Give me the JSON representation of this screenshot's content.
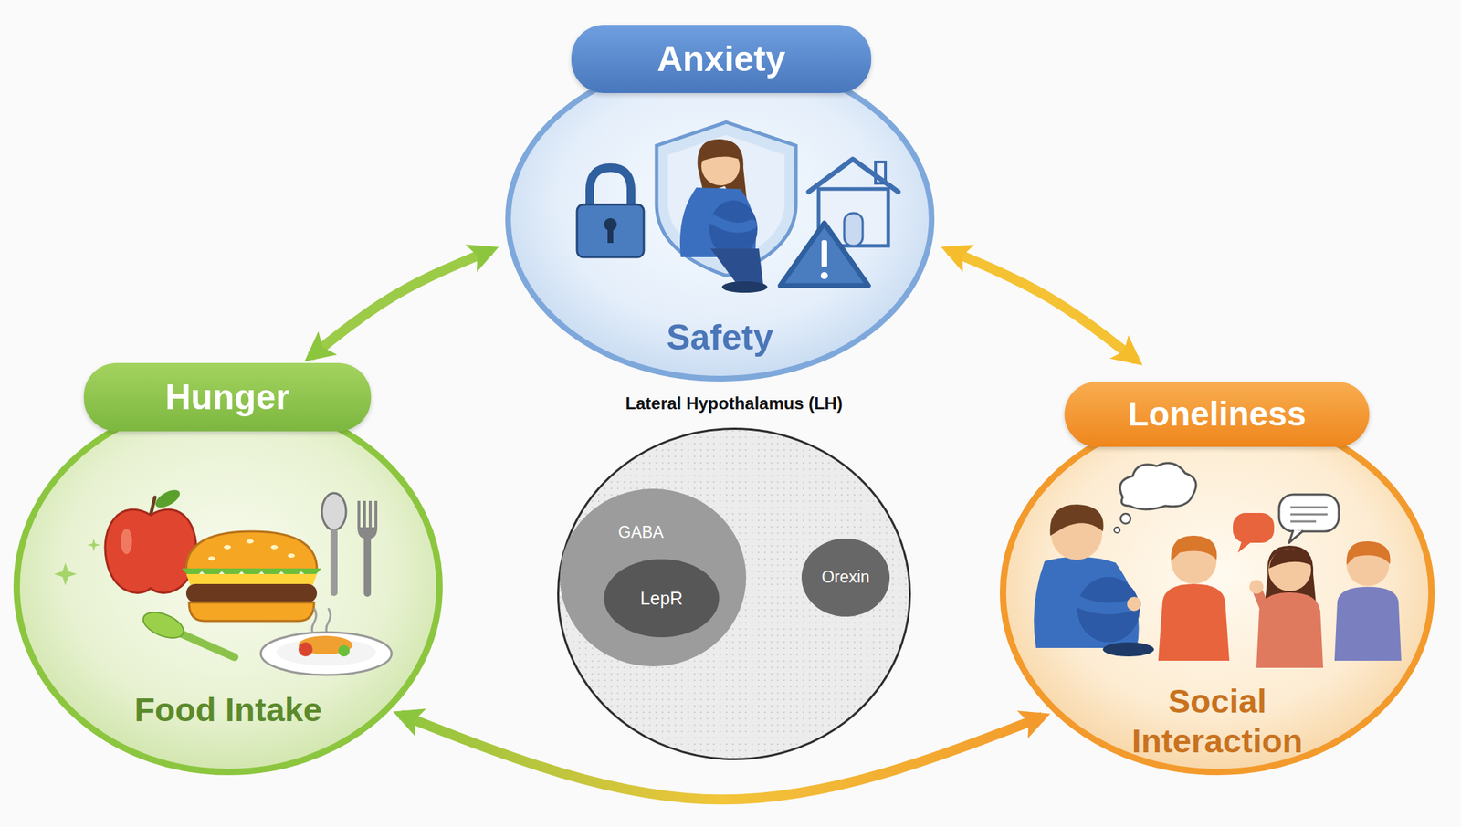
{
  "diagram": {
    "nodes": [
      {
        "text": [
          "Anxiety",
          "Safety"
        ]
      },
      {
        "text": [
          "Hunger",
          "Food Intake"
        ]
      },
      {
        "text": [
          "Lateral Hypothalamus (LH)"
        ]
      },
      {
        "text": [
          "GABA"
        ],
        "in": 2
      },
      {
        "text": [
          "LepR"
        ],
        "in": 3
      },
      {
        "text": [
          "Orexin"
        ],
        "in": 2
      },
      {
        "text": [
          "Loneliness",
          "Social Interaction"
        ]
      }
    ],
    "edges": [
      {
        "from": 1,
        "to": 0,
        "arrow": "both"
      },
      {
        "from": 0,
        "to": 6,
        "arrow": "both"
      },
      {
        "from": 1,
        "to": 6,
        "arrow": "both"
      }
    ]
  }
}
